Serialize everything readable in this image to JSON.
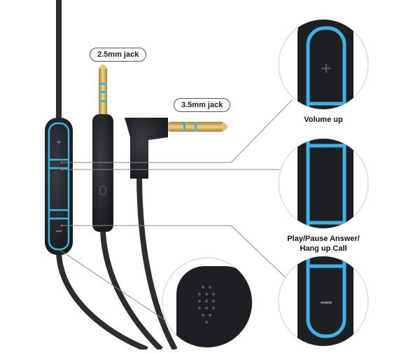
{
  "labels": {
    "jack_25": "2.5mm jack",
    "jack_35": "3.5mm jack",
    "volume_up": "Volume up",
    "play_pause_line1": "Play/Pause Answer/",
    "play_pause_line2": "Hang up Call"
  },
  "colors": {
    "cable": "#2b2d30",
    "accent": "#3bb3e6",
    "gold": "#d9b25a",
    "callout_line": "#8a8a8a"
  },
  "icons": {
    "plus": "plus-icon",
    "minus": "minus-icon",
    "microphone": "microphone-grille-icon"
  }
}
